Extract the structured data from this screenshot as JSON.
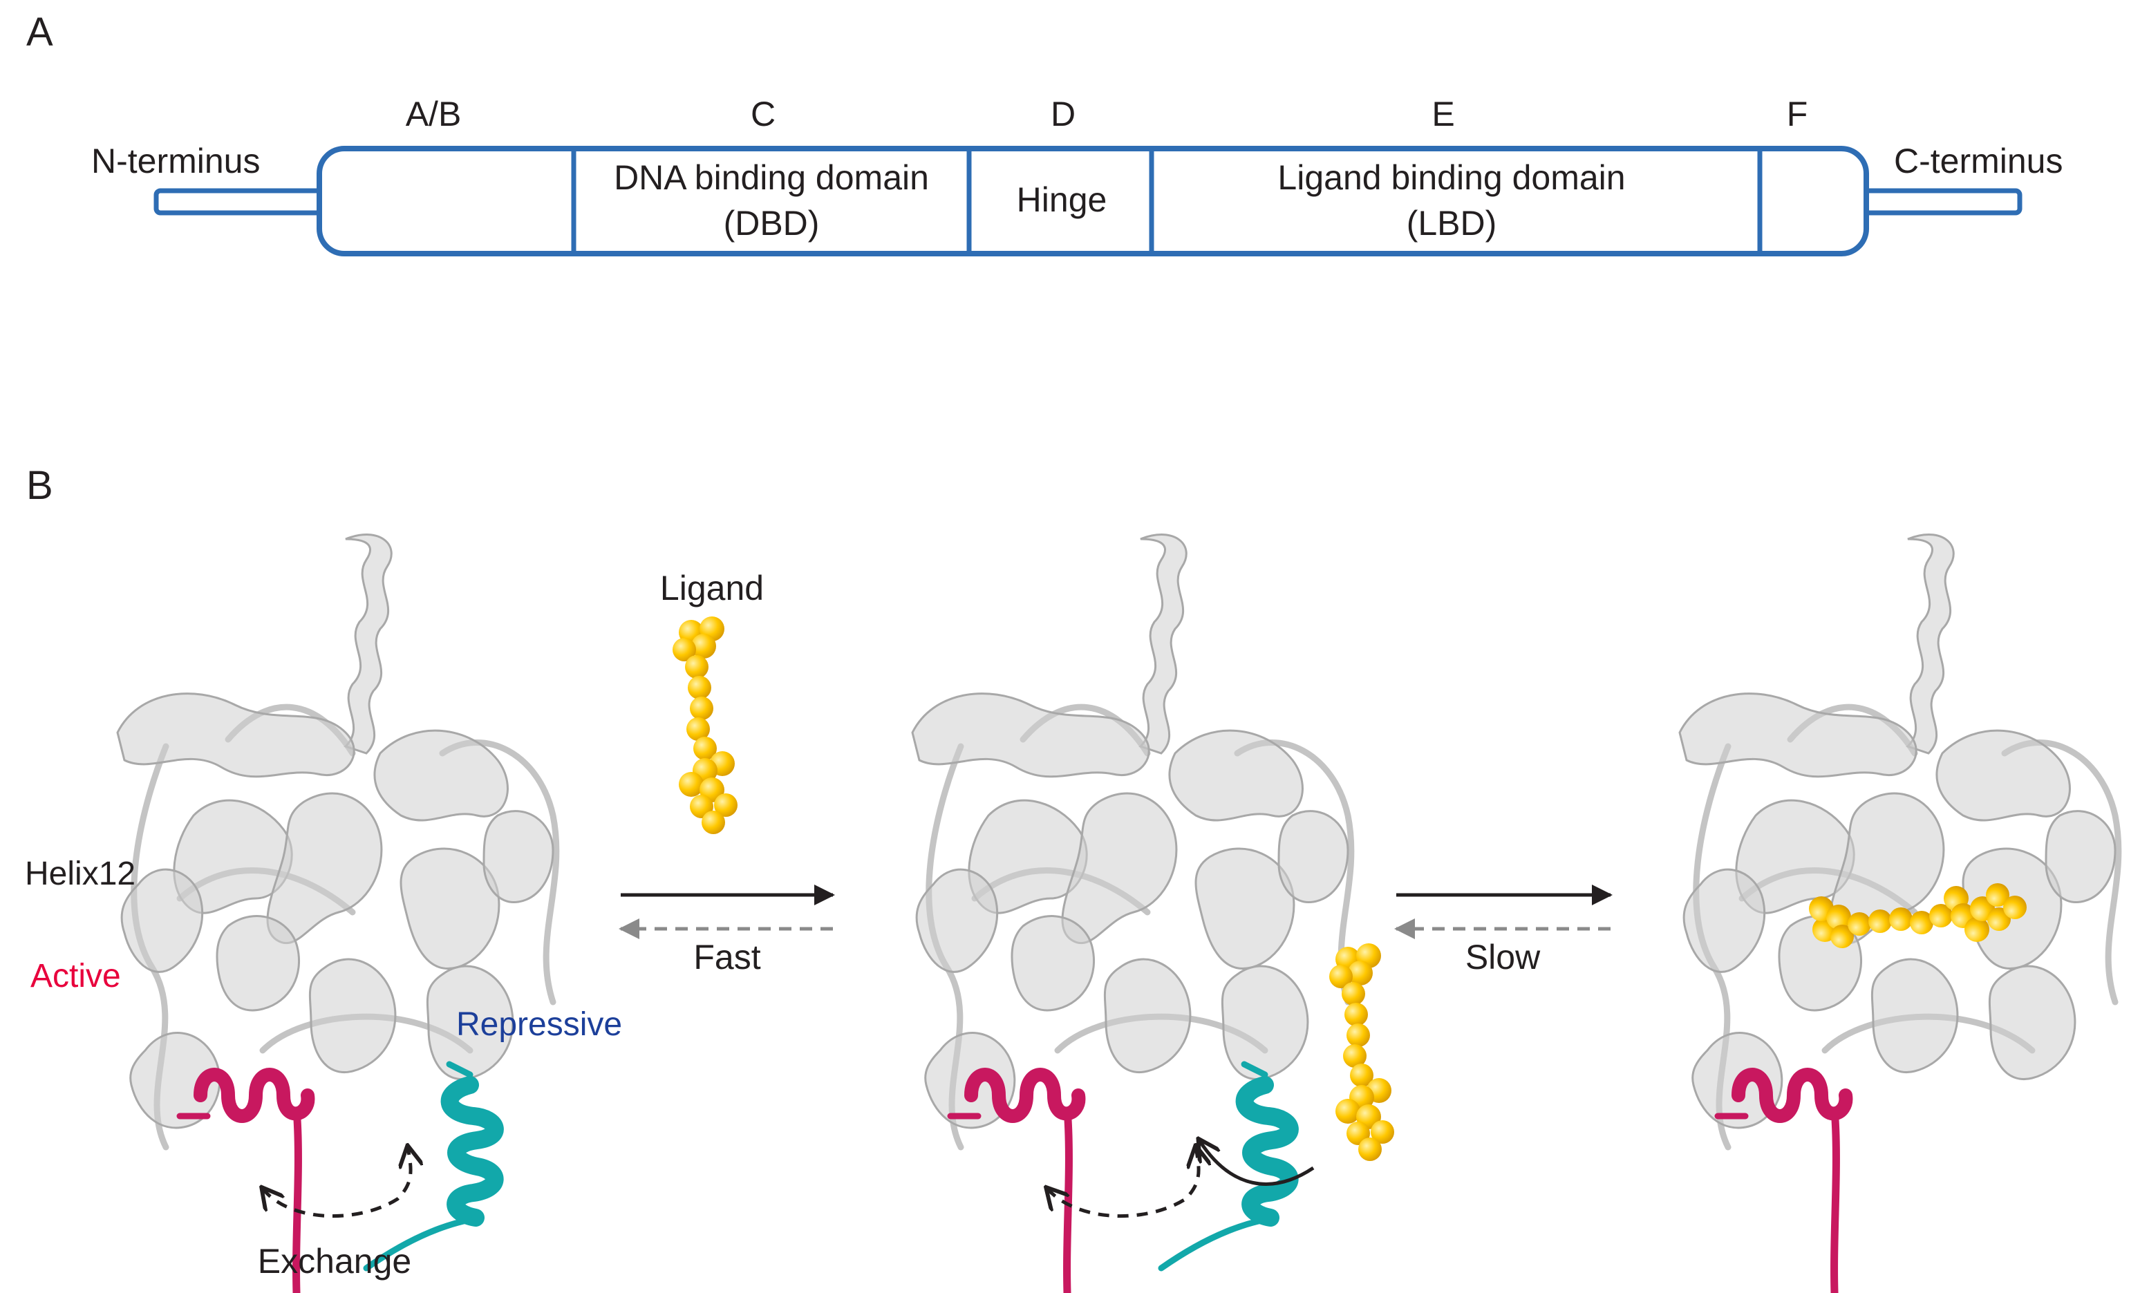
{
  "panels": {
    "a": {
      "label": "A"
    },
    "b": {
      "label": "B"
    }
  },
  "domain_map": {
    "n_terminus": "N-terminus",
    "c_terminus": "C-terminus",
    "domains": [
      {
        "letter": "A/B",
        "name": ""
      },
      {
        "letter": "C",
        "name": "DNA binding domain",
        "abbr": "(DBD)"
      },
      {
        "letter": "D",
        "name": "Hinge"
      },
      {
        "letter": "E",
        "name": "Ligand binding domain",
        "abbr": "(LBD)"
      },
      {
        "letter": "F",
        "name": ""
      }
    ]
  },
  "mechanism": {
    "ligand_label": "Ligand",
    "helix12_label": "Helix12",
    "active_label": "Active",
    "repressive_label": "Repressive",
    "exchange_label": "Exchange",
    "step1_label": "Fast",
    "step2_label": "Slow"
  },
  "colors": {
    "domain_outline": "#2e6db4",
    "protein_ribbon": "#d0d0d0",
    "helix12_active": "#c8185f",
    "helix12_repressive": "#12a8aa",
    "ligand": "#ffc800",
    "active_text": "#e8003c",
    "repressive_text": "#1c3f9a"
  }
}
